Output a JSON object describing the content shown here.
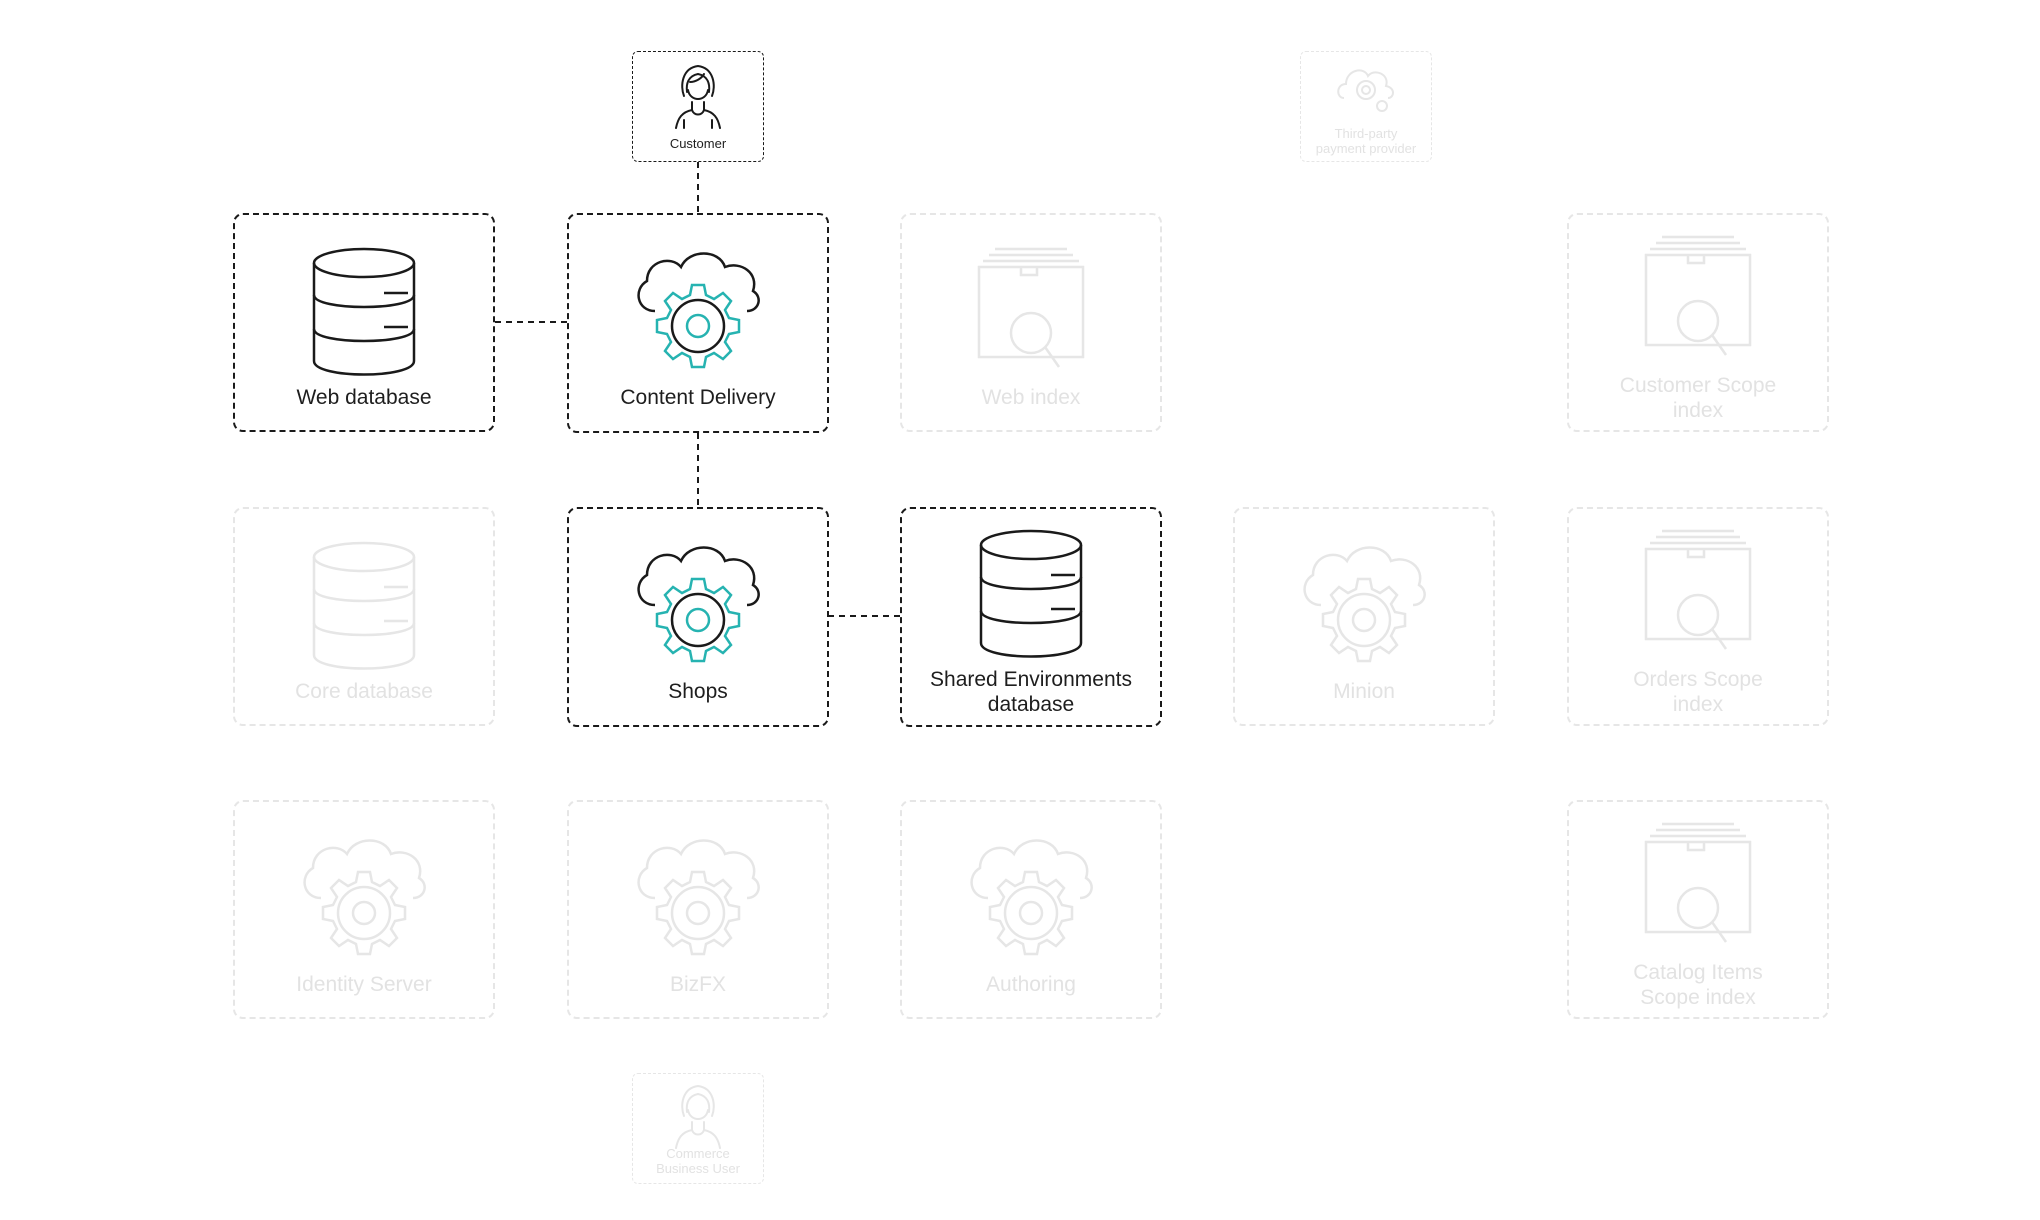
{
  "nodes": {
    "customer": {
      "label": "Customer",
      "icon": "person-icon",
      "state": "active"
    },
    "payment_provider": {
      "label": "Third-party payment provider",
      "icon": "cloud-gear-icon",
      "state": "dim"
    },
    "web_database": {
      "label": "Web database",
      "icon": "database-icon",
      "state": "active"
    },
    "content_delivery": {
      "label": "Content Delivery",
      "icon": "cloud-gear-icon",
      "state": "active"
    },
    "web_index": {
      "label": "Web index",
      "icon": "search-index-icon",
      "state": "dim"
    },
    "customer_scope_index": {
      "label": "Customer Scope index",
      "icon": "search-index-icon",
      "state": "dim"
    },
    "core_database": {
      "label": "Core database",
      "icon": "database-icon",
      "state": "dim"
    },
    "shops": {
      "label": "Shops",
      "icon": "cloud-gear-icon",
      "state": "active"
    },
    "shared_env_db": {
      "label": "Shared Environments database",
      "icon": "database-icon",
      "state": "active"
    },
    "minion": {
      "label": "Minion",
      "icon": "cloud-gear-icon",
      "state": "dim"
    },
    "orders_scope_index": {
      "label": "Orders Scope index",
      "icon": "search-index-icon",
      "state": "dim"
    },
    "identity_server": {
      "label": "Identity Server",
      "icon": "cloud-gear-icon",
      "state": "dim"
    },
    "bizfx": {
      "label": "BizFX",
      "icon": "cloud-gear-icon",
      "state": "dim"
    },
    "authoring": {
      "label": "Authoring",
      "icon": "cloud-gear-icon",
      "state": "dim"
    },
    "catalog_items_scope_index": {
      "label": "Catalog Items Scope index",
      "icon": "search-index-icon",
      "state": "dim"
    },
    "business_user": {
      "label": "Commerce Business User",
      "icon": "person-icon",
      "state": "dim"
    }
  },
  "connections": [
    [
      "customer",
      "content_delivery"
    ],
    [
      "web_database",
      "content_delivery"
    ],
    [
      "content_delivery",
      "shops"
    ],
    [
      "shops",
      "shared_env_db"
    ]
  ],
  "colors": {
    "active_stroke": "#1a1a1a",
    "active_text": "#1e1e1e",
    "dim_stroke": "#e6e6e6",
    "accent_teal": "#26b3b1"
  }
}
